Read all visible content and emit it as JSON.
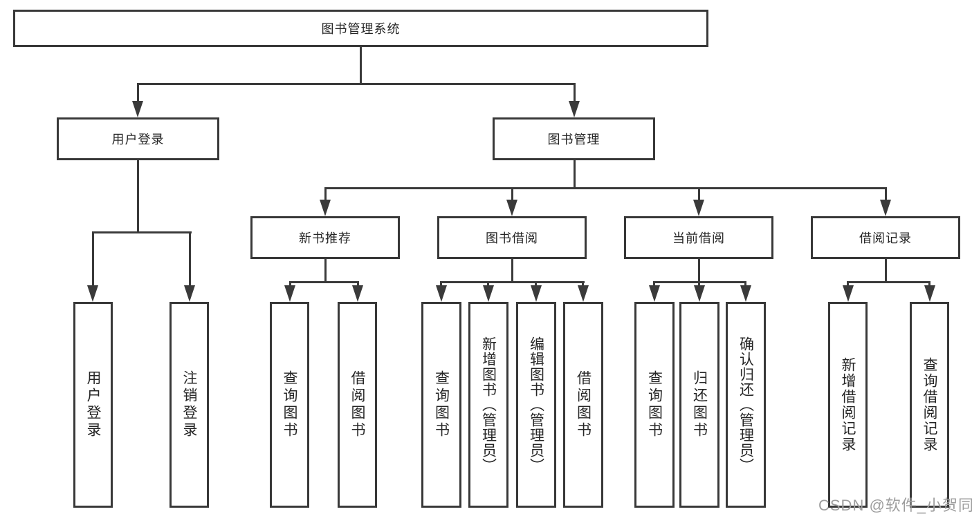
{
  "nodes": {
    "root": {
      "label": "图书管理系统"
    },
    "user_login": {
      "label": "用户登录"
    },
    "book_management": {
      "label": "图书管理"
    },
    "new_book_recommend": {
      "label": "新书推荐"
    },
    "book_borrowing": {
      "label": "图书借阅"
    },
    "current_borrowing": {
      "label": "当前借阅"
    },
    "borrowing_records": {
      "label": "借阅记录"
    },
    "user_login_leaf": {
      "label": "用户登录"
    },
    "logout_leaf": {
      "label": "注销登录"
    },
    "recommend_query_books": {
      "label": "查询图书"
    },
    "recommend_borrow_books": {
      "label": "借阅图书"
    },
    "borrowing_query_books": {
      "label": "查询图书"
    },
    "borrowing_add_books": {
      "label": "新增图书（管理员）"
    },
    "borrowing_edit_books": {
      "label": "编辑图书（管理员）"
    },
    "borrowing_borrow_books": {
      "label": "借阅图书"
    },
    "current_query_books": {
      "label": "查询图书"
    },
    "current_return_books": {
      "label": "归还图书"
    },
    "current_confirm_return": {
      "label": "确认归还（管理员）"
    },
    "records_add_record": {
      "label": "新增借阅记录"
    },
    "records_query_record": {
      "label": "查询借阅记录"
    }
  },
  "watermark": {
    "text": "CSDN @软件_小贺同学"
  },
  "colors": {
    "line": "#3a3a3a",
    "box_border": "#383838",
    "text": "#262626",
    "watermark": "#9e9e9e",
    "background": "#ffffff"
  }
}
